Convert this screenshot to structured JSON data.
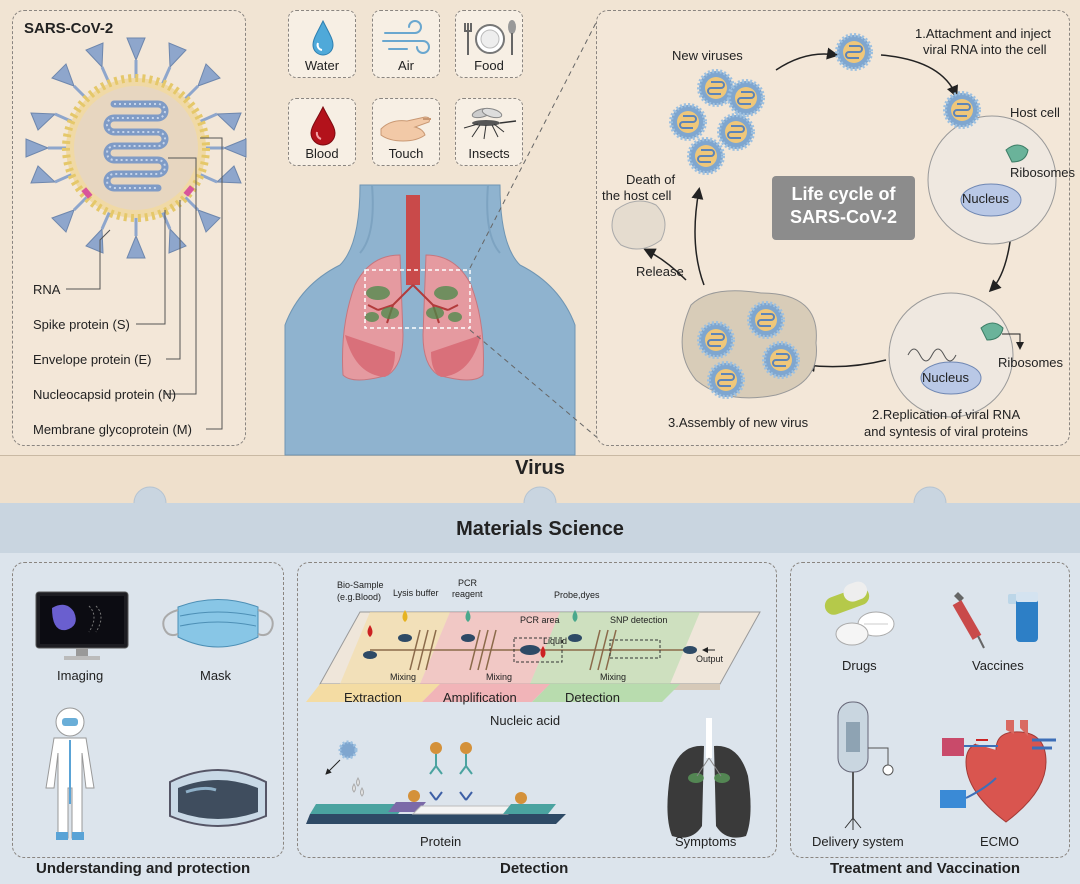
{
  "colors": {
    "top_bg": "#f1e4d3",
    "bottom_bg": "#dbe3ec",
    "band_virus": "#f0e2cf",
    "band_materials": "#c5d2de",
    "lifecycle_box": "#8c8c8c",
    "nucleus": "#b9c8e6",
    "lung": "#e59aa0",
    "body": "#8fb3cf"
  },
  "virus_panel": {
    "title": "SARS-CoV-2",
    "labels": [
      "RNA",
      "Spike protein (S)",
      "Envelope protein (E)",
      "Nucleocapsid protein (N)",
      "Membrane glycoprotein (M)"
    ]
  },
  "transmission": {
    "tiles": [
      {
        "label": "Water",
        "icon": "water-drop-icon"
      },
      {
        "label": "Air",
        "icon": "air-wind-icon"
      },
      {
        "label": "Food",
        "icon": "food-plate-icon"
      },
      {
        "label": "Blood",
        "icon": "blood-drop-icon"
      },
      {
        "label": "Touch",
        "icon": "touch-hand-icon"
      },
      {
        "label": "Insects",
        "icon": "mosquito-icon"
      }
    ]
  },
  "lifecycle": {
    "title_line1": "Life cycle of",
    "title_line2": "SARS-CoV-2",
    "step1_line1": "1.Attachment and inject",
    "step1_line2": "viral RNA into the cell",
    "host_cell": "Host cell",
    "ribosomes": "Ribosomes",
    "nucleus": "Nucleus",
    "step2_line1": "2.Replication of viral RNA",
    "step2_line2": "and syntesis of viral proteins",
    "step3": "3.Assembly of new virus",
    "release": "Release",
    "death_line1": "Death of",
    "death_line2": "the host cell",
    "new_viruses": "New viruses"
  },
  "bands": {
    "virus": "Virus",
    "materials": "Materials Science"
  },
  "understanding": {
    "imaging": "Imaging",
    "mask": "Mask",
    "title": "Understanding and protection"
  },
  "detection": {
    "bio_sample_line1": "Bio-Sample",
    "bio_sample_line2": "(e.g.Blood)",
    "lysis": "Lysis buffer",
    "pcr_line1": "PCR",
    "pcr_line2": "reagent",
    "probe": "Probe,dyes",
    "pcr_area": "PCR area",
    "liquid": "Liquid",
    "snp": "SNP detection",
    "output": "Output",
    "mixing": "Mixing",
    "extraction": "Extraction",
    "amplification": "Amplification",
    "detection_stage": "Detection",
    "nucleic_acid": "Nucleic acid",
    "protein": "Protein",
    "symptoms": "Symptoms",
    "title": "Detection"
  },
  "treatment": {
    "drugs": "Drugs",
    "vaccines": "Vaccines",
    "delivery": "Delivery system",
    "ecmo": "ECMO",
    "title": "Treatment and Vaccination"
  }
}
